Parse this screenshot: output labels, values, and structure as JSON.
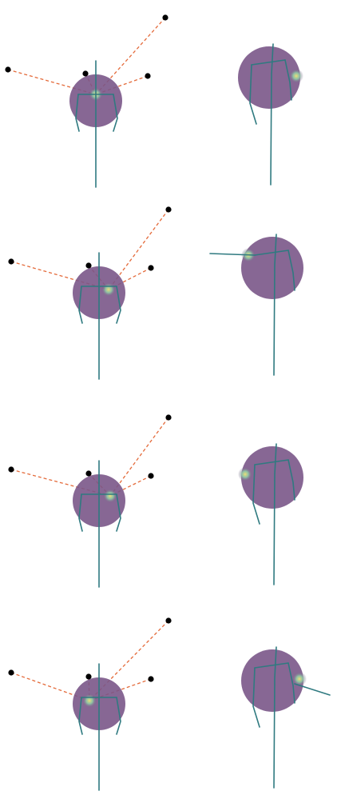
{
  "colors": {
    "background": "#ffffff",
    "sphere": "#7a5688",
    "skeleton": "#2f7a80",
    "ray": "#e46a3a",
    "camera": "#000000",
    "glow_inner": "#eedf78",
    "glow_mid": "#8fd0a8"
  },
  "panels": [
    {
      "left": {
        "hotspot": "center-top",
        "side_arm": "none"
      },
      "right": {
        "hotspot": "right",
        "side_arm": "none"
      }
    },
    {
      "left": {
        "hotspot": "right-top",
        "side_arm": "none"
      },
      "right": {
        "hotspot": "left-top",
        "side_arm": "left"
      }
    },
    {
      "left": {
        "hotspot": "right",
        "side_arm": "none"
      },
      "right": {
        "hotspot": "left",
        "side_arm": "none"
      }
    },
    {
      "left": {
        "hotspot": "left",
        "side_arm": "none"
      },
      "right": {
        "hotspot": "right",
        "side_arm": "right"
      }
    }
  ]
}
